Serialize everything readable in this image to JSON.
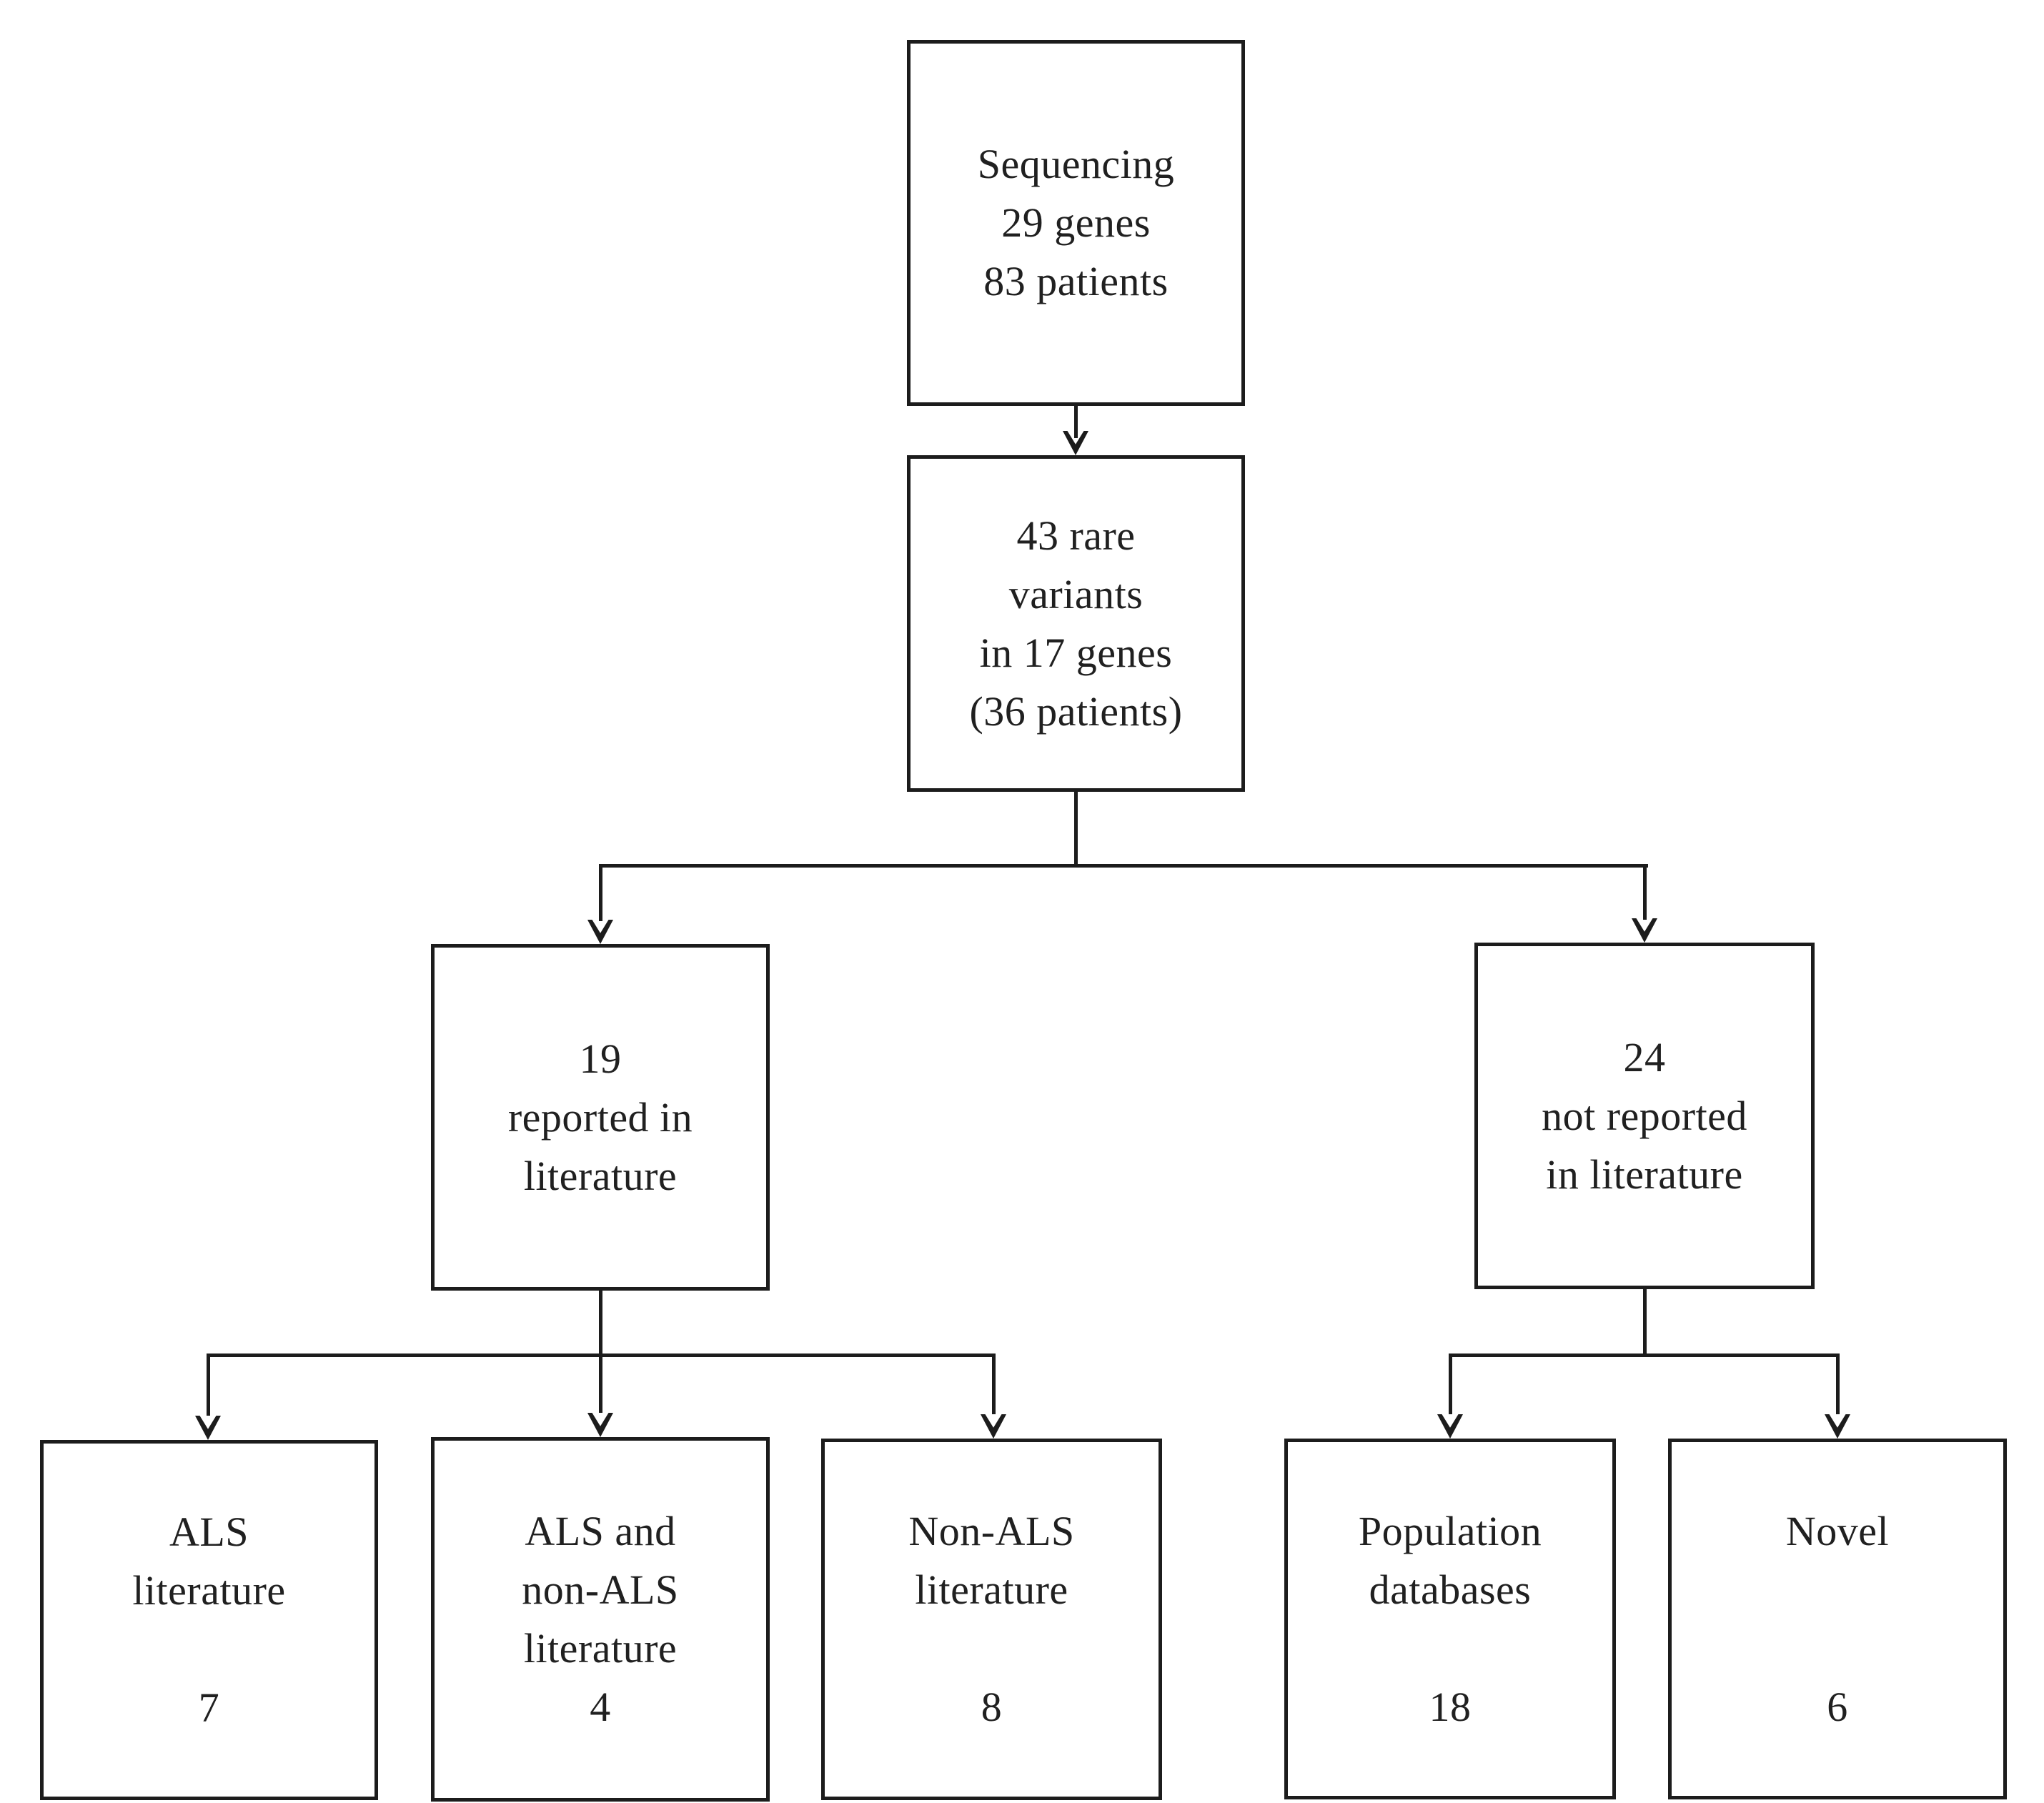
{
  "figure": {
    "type": "flowchart",
    "background": "#ffffff",
    "line_color": "#1c1c1c",
    "boxes": {
      "sequencing": {
        "text": "Sequencing\n29 genes\n83 patients"
      },
      "rare_variants": {
        "text": "43 rare\nvariants\nin 17 genes\n(36 patients)"
      },
      "reported": {
        "text": "19\nreported in\nliterature"
      },
      "not_reported": {
        "text": "24\nnot reported\nin literature"
      },
      "als_literature": {
        "text": "ALS\nliterature\n\n7",
        "label": "ALS literature",
        "value": "7"
      },
      "als_and_non_als_literature": {
        "text": "ALS and\nnon-ALS\nliterature\n4",
        "label": "ALS and non-ALS literature",
        "value": "4"
      },
      "non_als_literature": {
        "text": "Non-ALS\nliterature\n\n8",
        "label": "Non-ALS literature",
        "value": "8"
      },
      "population_databases": {
        "text": "Population\ndatabases\n\n18",
        "label": "Population databases",
        "value": "18"
      },
      "novel": {
        "text": "Novel\n\n\n6",
        "label": "Novel",
        "value": "6"
      }
    }
  }
}
